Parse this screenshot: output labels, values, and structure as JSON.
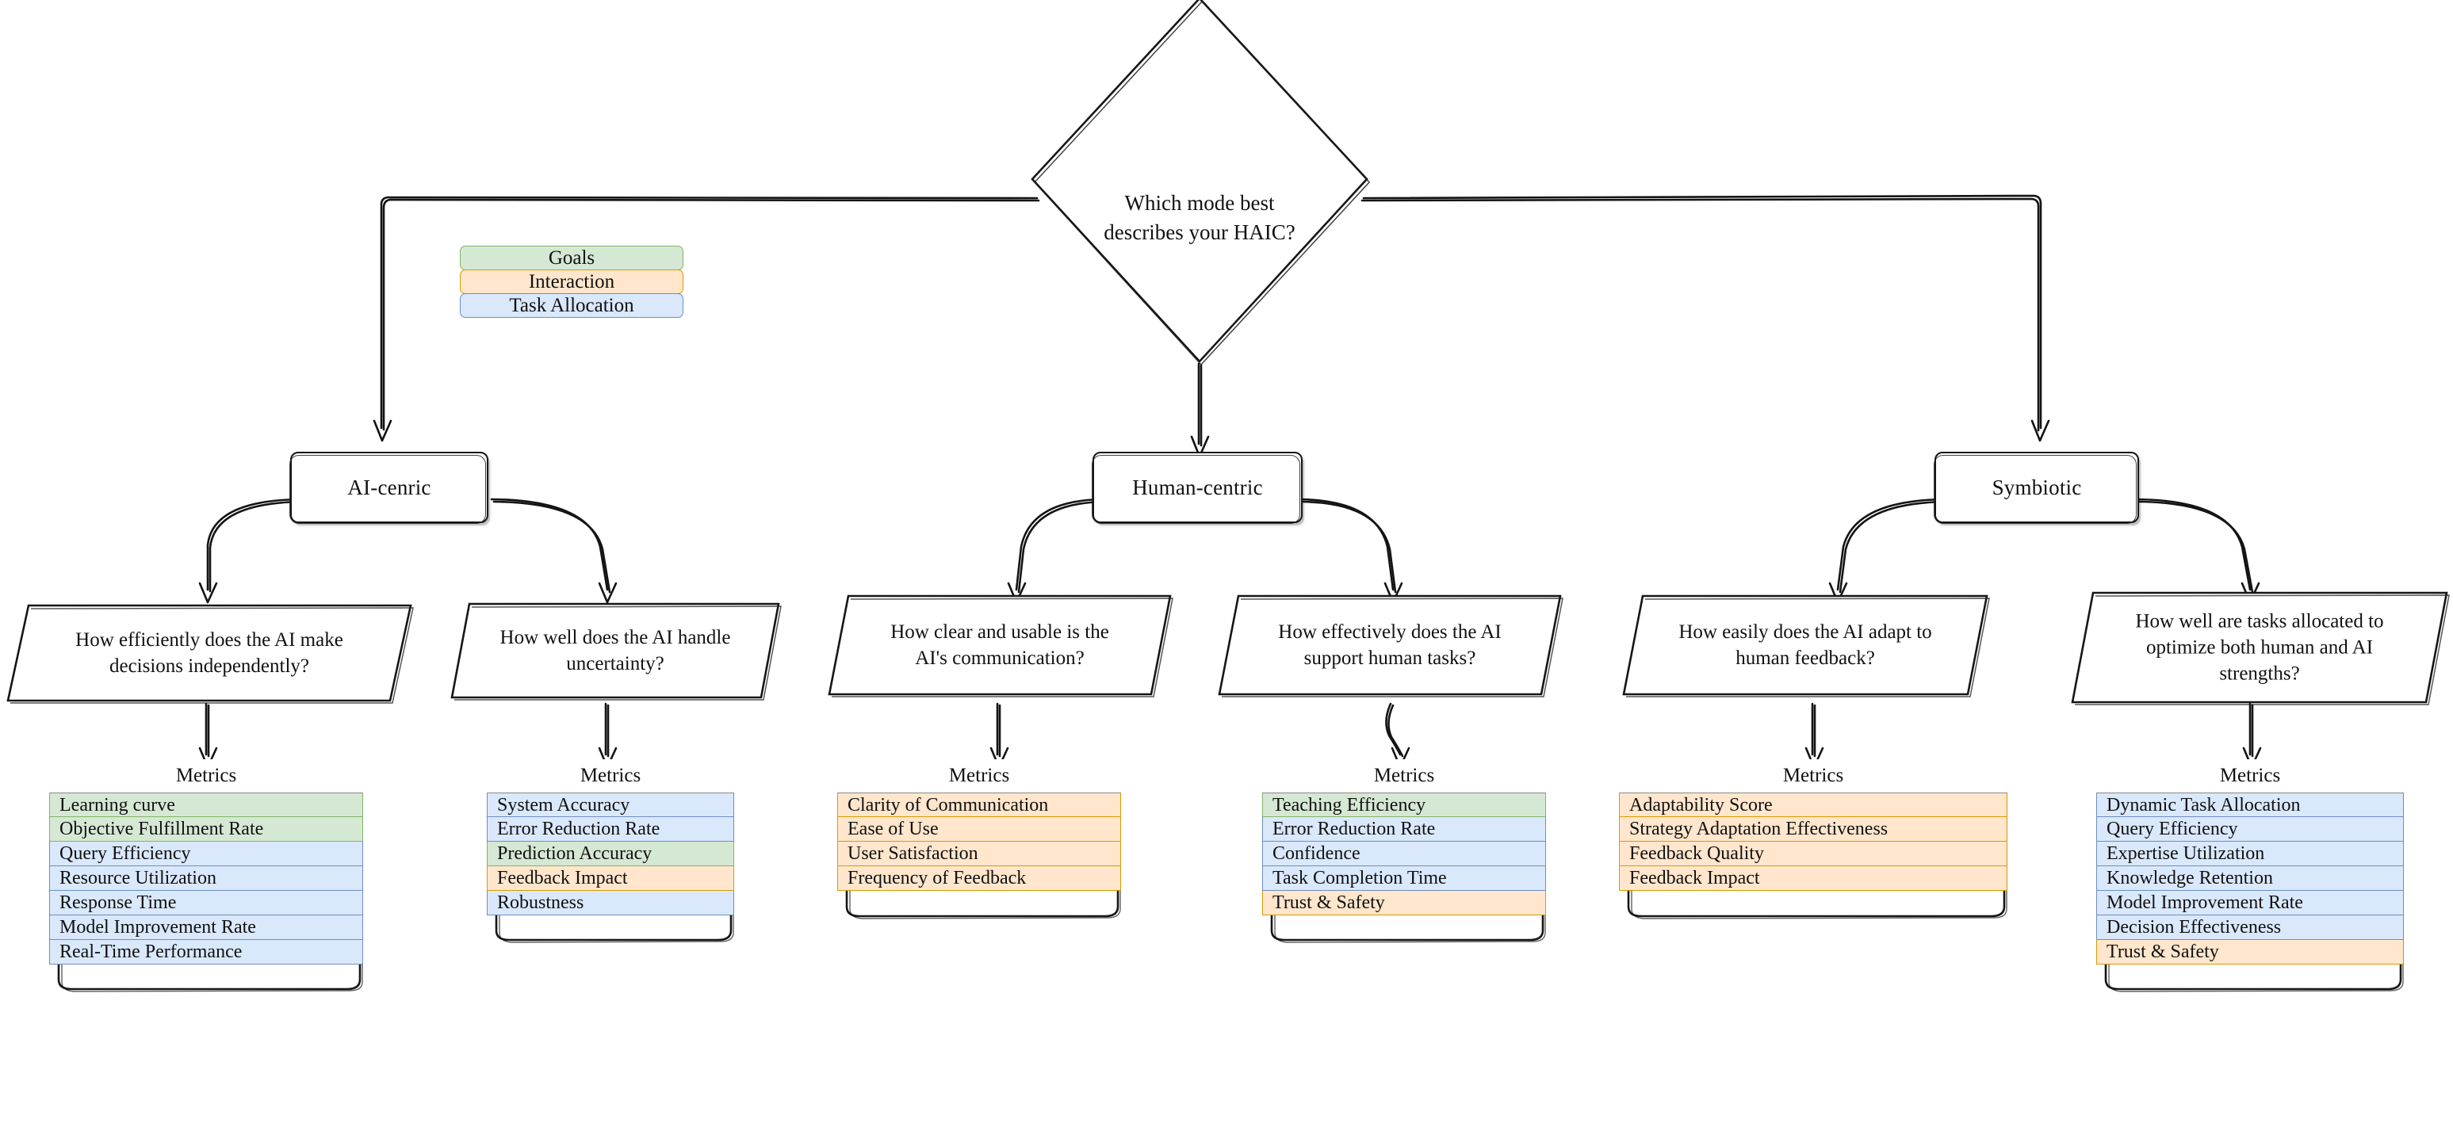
{
  "diagram": {
    "title": "HAIC evaluation decision tree",
    "root": {
      "label": "Which mode best\ndescribes your HAIC?",
      "shape": "diamond"
    },
    "legend": {
      "name": "category-legend",
      "items": [
        {
          "label": "Goals",
          "category": "goals",
          "fill": "#d5e8d4",
          "stroke": "#82b366"
        },
        {
          "label": "Interaction",
          "category": "interaction",
          "fill": "#ffe6cc",
          "stroke": "#d79b00"
        },
        {
          "label": "Task Allocation",
          "category": "task",
          "fill": "#dae8fc",
          "stroke": "#6c8ebf"
        }
      ]
    },
    "modes": [
      {
        "label": "AI-cenric"
      },
      {
        "label": "Human-centric"
      },
      {
        "label": "Symbiotic"
      }
    ],
    "metrics_header": "Metrics",
    "branches": [
      {
        "mode": "AI-cenric",
        "question": "How efficiently does the AI make decisions independently?",
        "question_lines": [
          "How efficiently does the AI make",
          "decisions independently?"
        ],
        "metrics": [
          {
            "label": "Learning curve",
            "category": "goals"
          },
          {
            "label": "Objective Fulfillment Rate",
            "category": "goals"
          },
          {
            "label": "Query Efficiency",
            "category": "task"
          },
          {
            "label": "Resource Utilization",
            "category": "task"
          },
          {
            "label": "Response Time",
            "category": "task"
          },
          {
            "label": "Model Improvement Rate",
            "category": "task"
          },
          {
            "label": "Real-Time Performance",
            "category": "task"
          }
        ]
      },
      {
        "mode": "AI-cenric",
        "question": "How well does the AI handle uncertainty?",
        "question_lines": [
          "How well does the AI handle",
          "uncertainty?"
        ],
        "metrics": [
          {
            "label": "System Accuracy",
            "category": "task"
          },
          {
            "label": "Error Reduction Rate",
            "category": "task"
          },
          {
            "label": "Prediction Accuracy",
            "category": "goals"
          },
          {
            "label": "Feedback Impact",
            "category": "interaction"
          },
          {
            "label": "Robustness",
            "category": "task"
          }
        ]
      },
      {
        "mode": "Human-centric",
        "question": "How clear and usable is the AI's communication?",
        "question_lines": [
          "How clear and usable is the",
          "AI's communication?"
        ],
        "metrics": [
          {
            "label": "Clarity of Communication",
            "category": "interaction"
          },
          {
            "label": "Ease of Use",
            "category": "interaction"
          },
          {
            "label": "User Satisfaction",
            "category": "interaction"
          },
          {
            "label": "Frequency of Feedback",
            "category": "interaction"
          }
        ]
      },
      {
        "mode": "Human-centric",
        "question": "How effectively does the AI support human tasks?",
        "question_lines": [
          "How effectively does the AI",
          "support human tasks?"
        ],
        "metrics": [
          {
            "label": "Teaching Efficiency",
            "category": "goals"
          },
          {
            "label": "Error Reduction Rate",
            "category": "task"
          },
          {
            "label": "Confidence",
            "category": "task"
          },
          {
            "label": "Task Completion Time",
            "category": "task"
          },
          {
            "label": "Trust & Safety",
            "category": "interaction"
          }
        ]
      },
      {
        "mode": "Symbiotic",
        "question": "How easily does the AI adapt to human feedback?",
        "question_lines": [
          "How easily does the AI adapt to",
          "human feedback?"
        ],
        "metrics": [
          {
            "label": "Adaptability Score",
            "category": "interaction"
          },
          {
            "label": "Strategy Adaptation Effectiveness",
            "category": "interaction"
          },
          {
            "label": "Feedback Quality",
            "category": "interaction"
          },
          {
            "label": "Feedback Impact",
            "category": "interaction"
          }
        ]
      },
      {
        "mode": "Symbiotic",
        "question": "How well are tasks allocated to optimize both human and AI strengths?",
        "question_lines": [
          "How well are tasks allocated to",
          "optimize both human and AI",
          "strengths?"
        ],
        "metrics": [
          {
            "label": "Dynamic Task Allocation",
            "category": "task"
          },
          {
            "label": "Query Efficiency",
            "category": "task"
          },
          {
            "label": "Expertise Utilization",
            "category": "task"
          },
          {
            "label": "Knowledge Retention",
            "category": "task"
          },
          {
            "label": "Model Improvement Rate",
            "category": "task"
          },
          {
            "label": "Decision Effectiveness",
            "category": "task"
          },
          {
            "label": "Trust & Safety",
            "category": "interaction"
          }
        ]
      }
    ]
  }
}
